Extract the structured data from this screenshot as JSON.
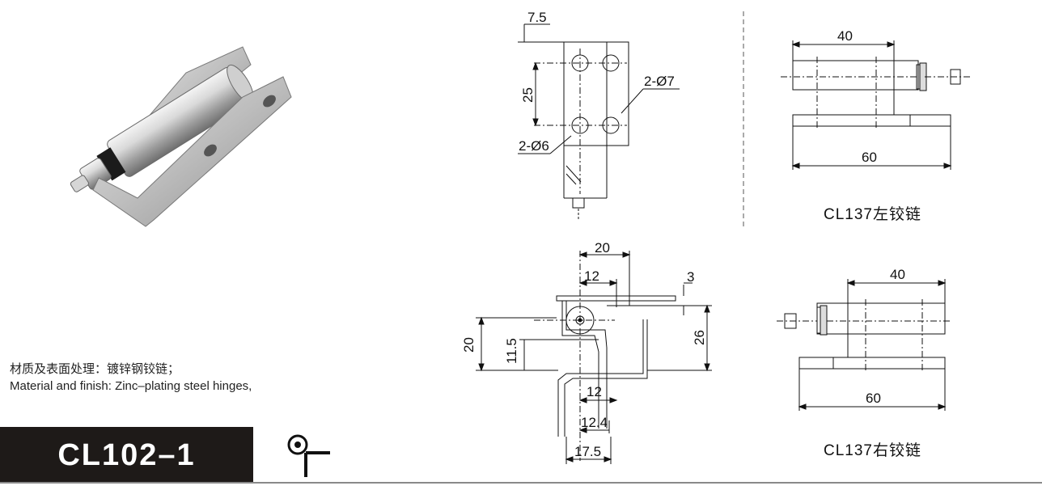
{
  "material": {
    "line_cn": "材质及表面处理：镀锌钢铰链；",
    "line_en": "Material and finish: Zinc–plating steel hinges,"
  },
  "model": "CL102–1",
  "top_view": {
    "dim_offset": "7.5",
    "dim_spacing": "25",
    "hole_large": "2-Ø7",
    "hole_small": "2-Ø6"
  },
  "left_hinge": {
    "dim_top": "40",
    "dim_bottom": "60",
    "caption": "CL137左铰链"
  },
  "section_view": {
    "dim_20_top": "20",
    "dim_12_top": "12",
    "dim_3": "3",
    "dim_20_left": "20",
    "dim_11_5": "11.5",
    "dim_26": "26",
    "dim_12_bottom": "12",
    "dim_12_4": "12.4",
    "dim_17_5": "17.5"
  },
  "right_hinge": {
    "dim_top": "40",
    "dim_bottom": "60",
    "caption": "CL137右铰链"
  }
}
